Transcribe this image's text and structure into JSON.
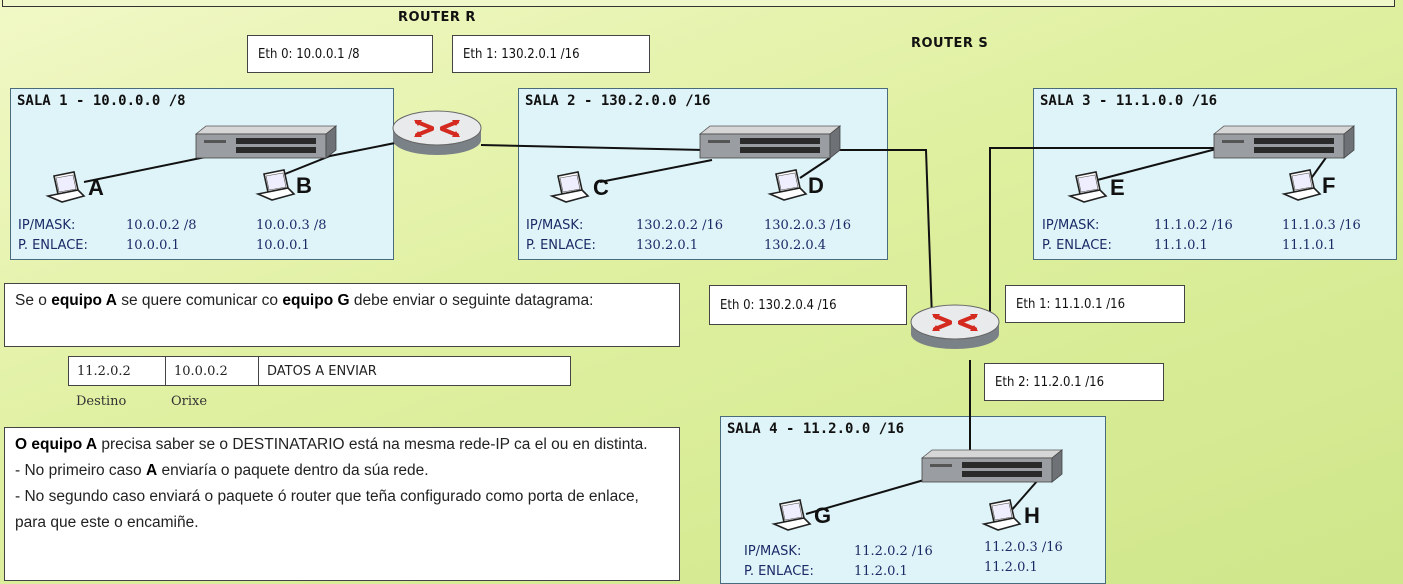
{
  "routers": {
    "r": {
      "title": "ROUTER R",
      "eth0": "Eth 0: 10.0.0.1 /8",
      "eth1": "Eth 1: 130.2.0.1 /16"
    },
    "s": {
      "title": "ROUTER S",
      "eth0": "Eth 0: 130.2.0.4 /16",
      "eth1": "Eth 1: 11.1.0.1 /16",
      "eth2": "Eth 2: 11.2.0.1 /16"
    }
  },
  "labels": {
    "ip_mask": "IP/MASK:",
    "gateway": "P. ENLACE:"
  },
  "rooms": [
    {
      "title": "SALA 1 - 10.0.0.0 /8",
      "hosts": [
        {
          "letter": "A",
          "ip": "10.0.0.2 /8",
          "gw": "10.0.0.1"
        },
        {
          "letter": "B",
          "ip": "10.0.0.3 /8",
          "gw": "10.0.0.1"
        }
      ]
    },
    {
      "title": "SALA 2 - 130.2.0.0 /16",
      "hosts": [
        {
          "letter": "C",
          "ip": "130.2.0.2 /16",
          "gw": "130.2.0.1"
        },
        {
          "letter": "D",
          "ip": "130.2.0.3 /16",
          "gw": "130.2.0.4"
        }
      ]
    },
    {
      "title": "SALA 3 - 11.1.0.0 /16",
      "hosts": [
        {
          "letter": "E",
          "ip": "11.1.0.2 /16",
          "gw": "11.1.0.1"
        },
        {
          "letter": "F",
          "ip": "11.1.0.3 /16",
          "gw": "11.1.0.1"
        }
      ]
    },
    {
      "title": "SALA 4 - 11.2.0.0 /16",
      "hosts": [
        {
          "letter": "G",
          "ip": "11.2.0.2 /16",
          "gw": "11.2.0.1"
        },
        {
          "letter": "H",
          "ip": "11.2.0.3 /16",
          "gw": "11.2.0.1"
        }
      ]
    }
  ],
  "info1": {
    "p1": "Se o ",
    "b1": "equipo A",
    "p2": " se quere comunicar co ",
    "b2": "equipo G",
    "p3": " debe enviar o seguinte datagrama:"
  },
  "datagram": {
    "dest": "11.2.0.2",
    "orig": "10.0.0.2",
    "payload": "DATOS A ENVIAR",
    "dest_caption": "Destino",
    "orig_caption": "Orixe"
  },
  "info2": {
    "b1": "O equipo A",
    "p1": " precisa saber se o DESTINATARIO está na mesma rede-IP ca el ou en distinta.",
    "l2a": "- No primeiro caso ",
    "b2": "A",
    "l2b": " enviaría o paquete dentro da súa rede.",
    "l3": "- No segundo caso enviará o paquete ó router que teña configurado como porta de enlace, para que este o encamiñe."
  },
  "colors": {
    "room_bg": "#dff4f9",
    "text_blue": "#1a2a66",
    "router_arrow": "#d42a1f"
  }
}
